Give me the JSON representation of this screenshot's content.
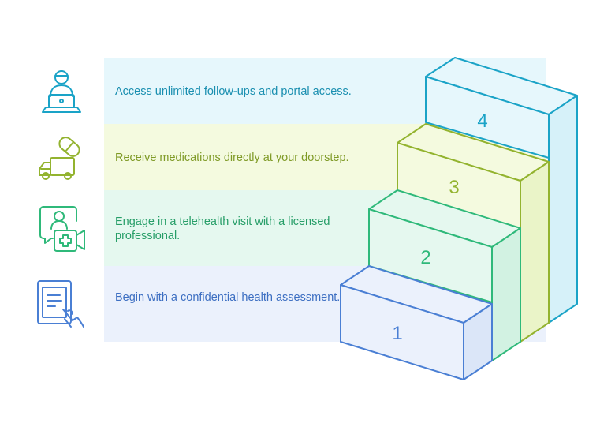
{
  "steps": [
    {
      "number": "1",
      "text": "Begin with a confidential health assessment.",
      "icon": "tablet-touch-icon",
      "color": "#4a7fd4",
      "fill": "#ebf1fc"
    },
    {
      "number": "2",
      "text": "Engage in a telehealth visit with a licensed professional.",
      "icon": "telehealth-icon",
      "color": "#2fb97a",
      "fill": "#e3f8ee"
    },
    {
      "number": "3",
      "text": "Receive medications directly at your doorstep.",
      "icon": "delivery-truck-pill-icon",
      "color": "#93b32f",
      "fill": "#f3f9dd"
    },
    {
      "number": "4",
      "text": "Access unlimited follow-ups and portal access.",
      "icon": "doctor-laptop-icon",
      "color": "#1aa3c7",
      "fill": "#e3f6fb"
    }
  ]
}
